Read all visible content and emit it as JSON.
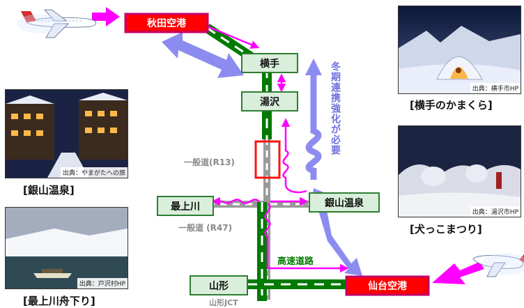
{
  "nodes": {
    "akita_airport": "秋田空港",
    "sendai_airport": "仙台空港",
    "yokote": "横手",
    "yuzawa": "湯沢",
    "mogamigawa": "最上川",
    "ginzan_onsen": "銀山温泉",
    "yamagata": "山形"
  },
  "labels": {
    "road_r13": "一般道(R13)",
    "road_r47": "一般道 (R47)",
    "expressway": "高速道路",
    "yamagata_jct": "山形JCT",
    "winter_cooperation": "冬期連携強化が必要"
  },
  "photos": [
    {
      "caption": "[横手のかまくら]",
      "credit": "出典：横手市HP"
    },
    {
      "caption": "[犬っこまつり]",
      "credit": "出典：湯沢市HP"
    },
    {
      "caption": "[銀山温泉]",
      "credit": "出典：やまがたへの旅"
    },
    {
      "caption": "[最上川舟下り]",
      "credit": "出典：戸沢村HP"
    }
  ],
  "colors": {
    "expressway_green": "#007a00",
    "node_green_fill": "#d9eedb",
    "node_green_border": "#2e7d32",
    "airport_red": "#ff0000",
    "airport_border": "#c2006a",
    "arrow_magenta": "#ff00ff",
    "arrow_blue": "#8c8cf0",
    "road_gray": "#9a9a9a"
  },
  "icons": [
    "airplane-icon-left",
    "airplane-icon-right"
  ]
}
